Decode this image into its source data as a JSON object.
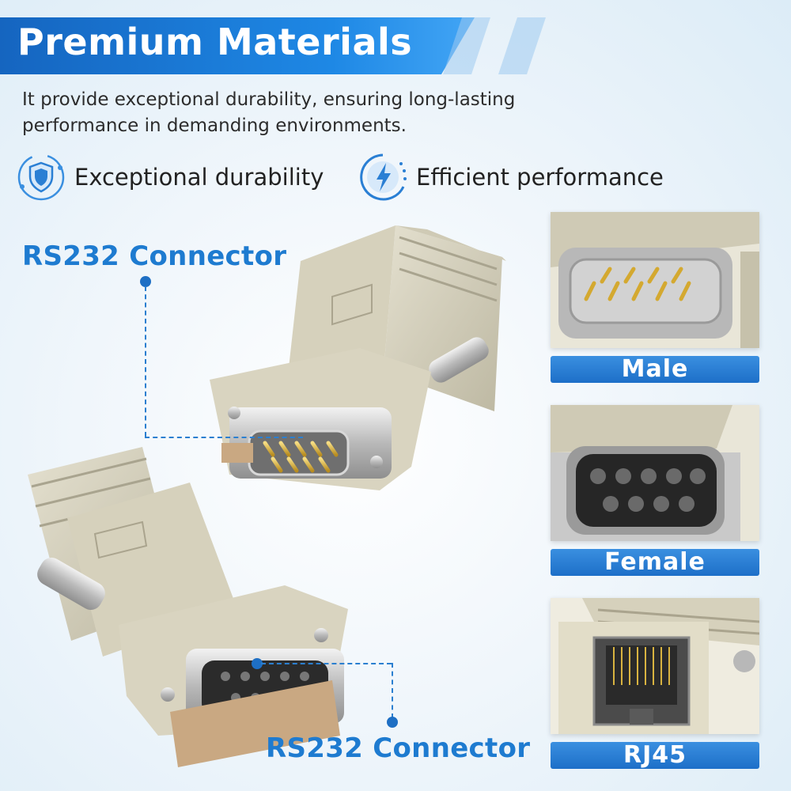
{
  "header": {
    "title": "Premium Materials"
  },
  "description": "It provide exceptional durability, ensuring long-lasting performance in demanding environments.",
  "features": [
    {
      "label": "Exceptional durability",
      "icon": "shield-icon"
    },
    {
      "label": "Efficient performance",
      "icon": "lightning-icon"
    }
  ],
  "callouts": {
    "top": "RS232 Connector",
    "bottom": "RS232 Connector"
  },
  "panels": [
    {
      "label": "Male",
      "image": "male-db9-closeup"
    },
    {
      "label": "Female",
      "image": "female-db9-closeup"
    },
    {
      "label": "RJ45",
      "image": "rj45-port-closeup"
    }
  ],
  "colors": {
    "brand_blue": "#1e7bd0",
    "banner": "#1565c0",
    "connector_body": "#d9d4c0"
  }
}
